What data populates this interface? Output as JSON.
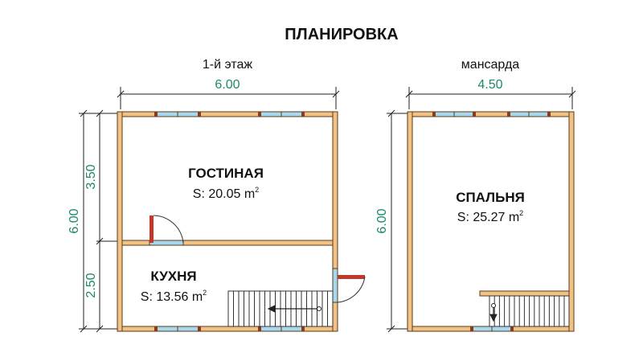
{
  "title": "ПЛАНИРОВКА",
  "floor1": {
    "label": "1-й этаж",
    "width_dim": "6.00",
    "height_dim": "6.00",
    "seg_top_dim": "3.50",
    "seg_bottom_dim": "2.50",
    "rooms": [
      {
        "name": "ГОСТИНАЯ",
        "area": "S: 20.05 m",
        "unit_sup": "2"
      },
      {
        "name": "КУХНЯ",
        "area": "S: 13.56 m",
        "unit_sup": "2"
      }
    ]
  },
  "floor2": {
    "label": "мансарда",
    "width_dim": "4.50",
    "height_dim": "6.00",
    "rooms": [
      {
        "name": "СПАЛЬНЯ",
        "area": "S: 25.27 m",
        "unit_sup": "2"
      }
    ]
  },
  "colors": {
    "wall": "#f2c184",
    "wall_stroke": "#5a3a1a",
    "window": "#a8d8ee",
    "dimension_text": "#1a8a6c",
    "text": "#111111"
  },
  "icons": [
    "staircase-icon",
    "door-icon",
    "window-icon",
    "arrow-left-icon"
  ]
}
